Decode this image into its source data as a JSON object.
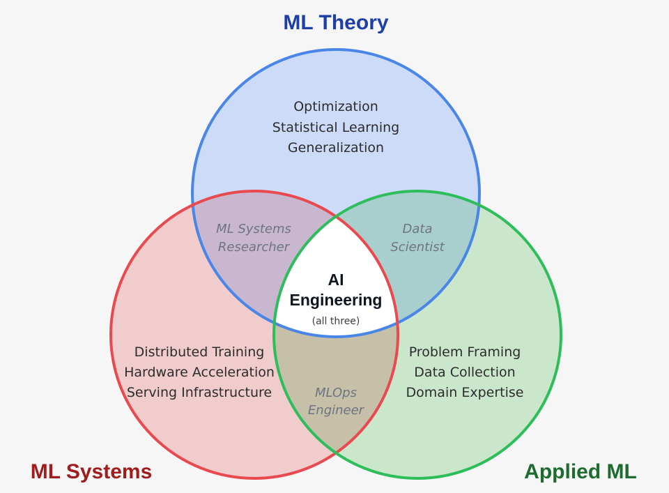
{
  "colors": {
    "background": "#f6f6f6",
    "theory_stroke": "#4a86e8",
    "theory_fill": "#c9daf8",
    "systems_stroke": "#e84a4f",
    "systems_fill": "#f9c9c9",
    "applied_stroke": "#2dbd5a",
    "applied_fill": "#c7ecc9",
    "theory_title": "#1f3fa8",
    "systems_title": "#a11c1c",
    "applied_title": "#1e6b30"
  },
  "circles": {
    "theory": {
      "title": "ML Theory",
      "items": [
        "Optimization",
        "Statistical Learning",
        "Generalization"
      ]
    },
    "systems": {
      "title": "ML Systems",
      "items": [
        "Distributed Training",
        "Hardware Acceleration",
        "Serving Infrastructure"
      ]
    },
    "applied": {
      "title": "Applied ML",
      "items": [
        "Problem Framing",
        "Data Collection",
        "Domain Expertise"
      ]
    }
  },
  "overlaps": {
    "theory_systems": [
      "ML Systems",
      "Researcher"
    ],
    "theory_applied": [
      "Data",
      "Scientist"
    ],
    "systems_applied": [
      "MLOps",
      "Engineer"
    ]
  },
  "center": {
    "line1": "AI",
    "line2": "Engineering",
    "sub": "(all three)"
  }
}
